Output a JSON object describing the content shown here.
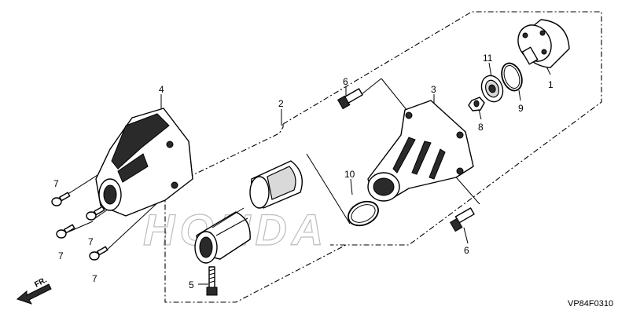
{
  "diagram": {
    "callouts": {
      "c1": "1",
      "c2": "2",
      "c3": "3",
      "c4": "4",
      "c5": "5",
      "c6a": "6",
      "c6b": "6",
      "c7a": "7",
      "c7b": "7",
      "c7c": "7",
      "c7d": "7",
      "c8": "8",
      "c9": "9",
      "c10": "10",
      "c11": "11"
    },
    "direction_label": "FR.",
    "diagram_code": "VP84F0310",
    "watermark": "HONDA"
  }
}
